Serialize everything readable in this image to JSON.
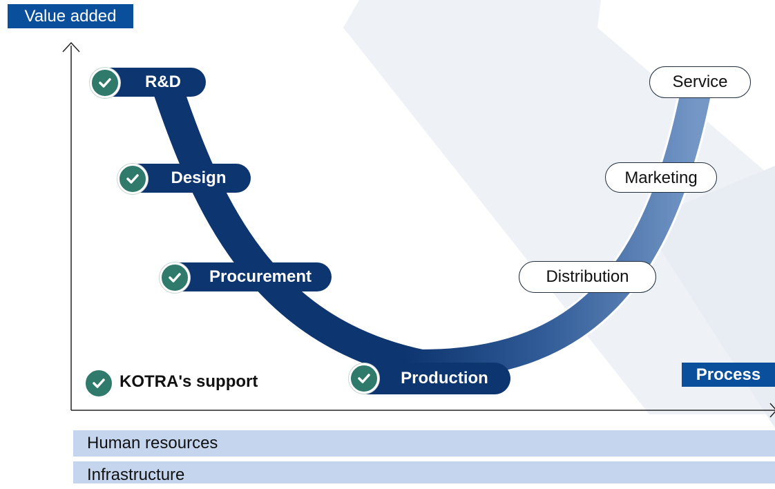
{
  "y_axis_label": "Value added",
  "x_axis_label": "Process",
  "supported_stages": [
    {
      "label": "R&D"
    },
    {
      "label": "Design"
    },
    {
      "label": "Procurement"
    },
    {
      "label": "Production"
    }
  ],
  "other_stages": [
    {
      "label": "Distribution"
    },
    {
      "label": "Marketing"
    },
    {
      "label": "Service"
    }
  ],
  "legend_label": "KOTRA's support",
  "support_activities": [
    "Human resources",
    "Infrastructure"
  ],
  "colors": {
    "supported_fill": "#0d356f",
    "check_badge": "#2f7a6b",
    "axis_tag": "#0a4f9c",
    "band": "#c6d5ee",
    "curve_end": "#6f91c2"
  },
  "icons": {
    "check": "check-circle-icon"
  }
}
